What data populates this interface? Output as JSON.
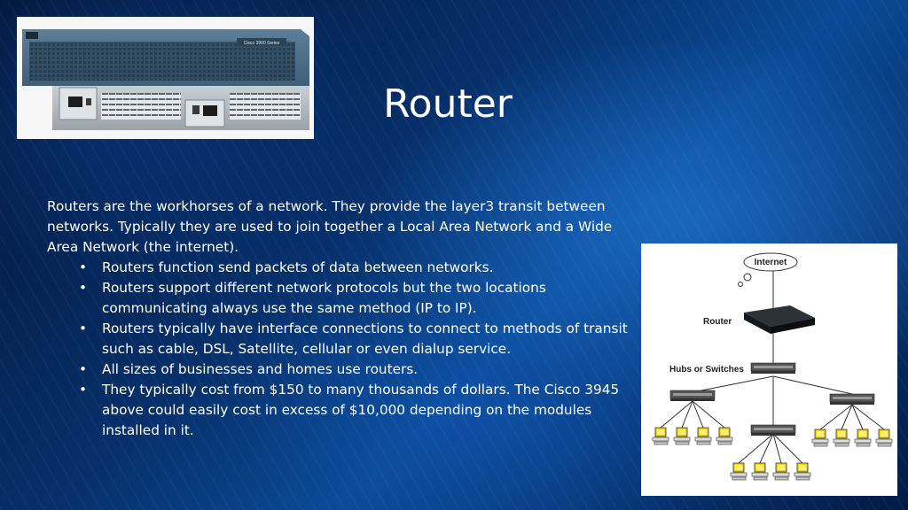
{
  "slide": {
    "title": "Router",
    "intro": "Routers are the workhorses of a network.  They provide the layer3 transit between networks.  Typically they are used to join together a Local Area Network and  a Wide Area Network (the internet).",
    "bullet_symbol": "•",
    "bullets": [
      "Routers function send packets of data between networks.",
      "Routers support different network protocols but the two locations communicating always use the same method (IP to IP).",
      "Routers typically have interface connections to connect to methods of transit such as cable, DSL, Satellite, cellular or even dialup service.",
      "All sizes of businesses and homes use routers.",
      "They typically cost from $150 to many thousands of dollars.  The Cisco 3945 above could easily cost in excess of $10,000 depending on the modules installed in it."
    ]
  },
  "photo": {
    "brand_label": "Cisco 3900 Series"
  },
  "diagram": {
    "internet_label": "Internet",
    "router_label": "Router",
    "hubs_label": "Hubs or Switches"
  },
  "colors": {
    "background_dark": "#031433",
    "background_accent": "#0a4a95",
    "text": "#ffffff"
  }
}
